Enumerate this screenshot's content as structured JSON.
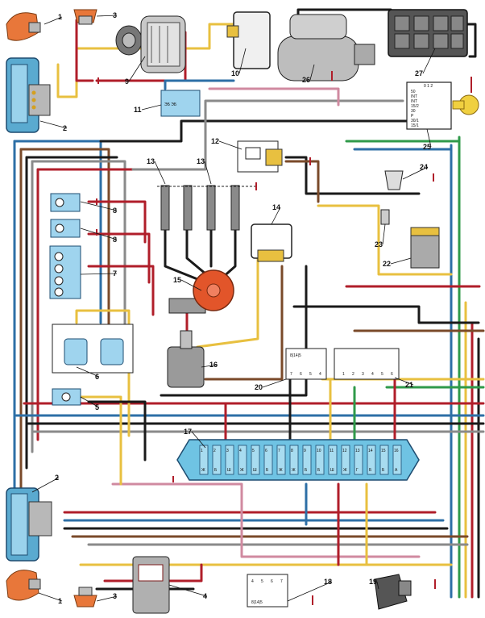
{
  "colors": {
    "black": "#1a1a1a",
    "red": "#b01e2a",
    "yellow": "#e8c040",
    "blue": "#2d6fa6",
    "green": "#2f9a4a",
    "brown": "#7a4a2a",
    "grey": "#8a8a8a",
    "pink": "#d08aa0",
    "orange": "#e07a2a",
    "light_blue": "#7fc8e8",
    "fuse_panel": "#6fc3e3",
    "headlight": "#5aaad0",
    "indicator": "#e8773a",
    "distributor": "#e2552a",
    "key": "#f0d040"
  },
  "components": [
    {
      "id": "1",
      "label": "1",
      "name": "turn-signal-front-left",
      "icon": "turn-signal-lamp-icon"
    },
    {
      "id": "2",
      "label": "2",
      "name": "headlight-left",
      "icon": "headlight-icon"
    },
    {
      "id": "3",
      "label": "3",
      "name": "side-marker-left",
      "icon": "marker-lamp-icon"
    },
    {
      "id": "4",
      "label": "4",
      "name": "horn",
      "icon": "horn-icon"
    },
    {
      "id": "5",
      "label": "5",
      "name": "engine-compartment-lamp",
      "icon": "lamp-icon"
    },
    {
      "id": "6",
      "label": "6",
      "name": "brake-fluid-sensor",
      "icon": "sensor-icon"
    },
    {
      "id": "7",
      "label": "7",
      "name": "instrument-cluster-lamps",
      "icon": "lamp-block-icon"
    },
    {
      "id": "8",
      "label": "8",
      "name": "indicator-lamp",
      "icon": "lamp-icon"
    },
    {
      "id": "9",
      "label": "9",
      "name": "generator",
      "icon": "alternator-icon"
    },
    {
      "id": "10",
      "label": "10",
      "name": "voltage-regulator",
      "icon": "regulator-icon"
    },
    {
      "id": "11",
      "label": "11",
      "name": "relay-block",
      "icon": "relay-icon"
    },
    {
      "id": "12",
      "label": "12",
      "name": "starter-relay",
      "icon": "relay-icon"
    },
    {
      "id": "13",
      "label": "13",
      "name": "spark-plugs",
      "icon": "spark-plug-icon"
    },
    {
      "id": "14",
      "label": "14",
      "name": "control-unit",
      "icon": "module-icon"
    },
    {
      "id": "15",
      "label": "15",
      "name": "ignition-distributor",
      "icon": "distributor-icon"
    },
    {
      "id": "16",
      "label": "16",
      "name": "ignition-coil",
      "icon": "coil-icon"
    },
    {
      "id": "17",
      "label": "17",
      "name": "fuse-block",
      "icon": "fuse-block-icon"
    },
    {
      "id": "18",
      "label": "18",
      "name": "headlight-relay",
      "icon": "relay-icon"
    },
    {
      "id": "19",
      "label": "19",
      "name": "washer-motor",
      "icon": "motor-icon"
    },
    {
      "id": "20",
      "label": "20",
      "name": "relay-left",
      "icon": "relay-icon"
    },
    {
      "id": "21",
      "label": "21",
      "name": "relay-right",
      "icon": "relay-icon"
    },
    {
      "id": "22",
      "label": "22",
      "name": "switch-module",
      "icon": "module-icon"
    },
    {
      "id": "23",
      "label": "23",
      "name": "temperature-sensor",
      "icon": "sensor-icon"
    },
    {
      "id": "24",
      "label": "24",
      "name": "oil-pressure-sensor",
      "icon": "sensor-icon"
    },
    {
      "id": "25",
      "label": "25",
      "name": "ignition-switch",
      "icon": "ignition-key-icon"
    },
    {
      "id": "26",
      "label": "26",
      "name": "starter",
      "icon": "starter-motor-icon"
    },
    {
      "id": "27",
      "label": "27",
      "name": "battery",
      "icon": "battery-icon"
    }
  ],
  "switch_terminals": [
    "50",
    "INT",
    "INT",
    "15/2",
    "30",
    "P",
    "30/1",
    "15/1"
  ],
  "switch_header": "0  1  2",
  "relay_block_text": "ЭБ  ЭБ",
  "relay_terminals_20": [
    "7",
    "6",
    "5",
    "4"
  ],
  "relay_terminals_21": [
    "1",
    "2",
    "3",
    "4",
    "5",
    "6"
  ],
  "relay_terminals_18": [
    "4",
    "5",
    "6",
    "7"
  ],
  "relay_top_18": "8|14|5",
  "relay_top_20": "8|14|5",
  "fuse_block_labels": [
    "1",
    "2",
    "3",
    "4",
    "5",
    "6",
    "7",
    "8",
    "9",
    "10",
    "11",
    "12",
    "13",
    "14",
    "15",
    "16"
  ],
  "fuse_letters": [
    "Ж",
    "Б",
    "Ш",
    "Ж",
    "Ш",
    "Б",
    "Ж",
    "Ж",
    "Б",
    "Б",
    "Ш",
    "Ж",
    "Г",
    "Б",
    "Б",
    "А"
  ]
}
